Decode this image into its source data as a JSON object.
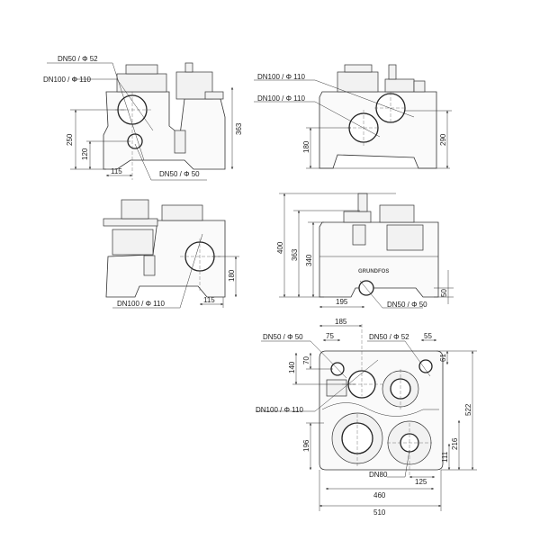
{
  "views": {
    "side_left": {
      "dn50_top": "DN50 /   Φ 52",
      "dn100": "DN100 /   Φ 110",
      "dn50_bottom": "DN50 /   Φ 50",
      "dim_height": "363",
      "dim_250": "250",
      "dim_120": "120",
      "dim_115": "115"
    },
    "back": {
      "dn100_upper": "DN100 /   Φ 110",
      "dn100_lower": "DN100 /   Φ 110",
      "dim_180": "180",
      "dim_290": "290"
    },
    "side_right": {
      "dn100": "DN100 /   Φ 110",
      "dim_180": "180",
      "dim_115": "115"
    },
    "front": {
      "dn50": "DN50 /   Φ 50",
      "dim_400": "400",
      "dim_363": "363",
      "dim_340": "340",
      "dim_195": "195",
      "dim_50": "50",
      "brand": "GRUNDFOS"
    },
    "top": {
      "dn50_left": "DN50 /   Φ 50",
      "dn50_right": "DN50 /   Φ 52",
      "dn100": "DN100 /   Φ 110",
      "dn80": "DN80",
      "dim_185": "185",
      "dim_75": "75",
      "dim_55": "55",
      "dim_140": "140",
      "dim_70": "70",
      "dim_61": "61",
      "dim_522": "522",
      "dim_216": "216",
      "dim_111": "111",
      "dim_196": "196",
      "dim_125": "125",
      "dim_460": "460",
      "dim_510": "510"
    }
  }
}
